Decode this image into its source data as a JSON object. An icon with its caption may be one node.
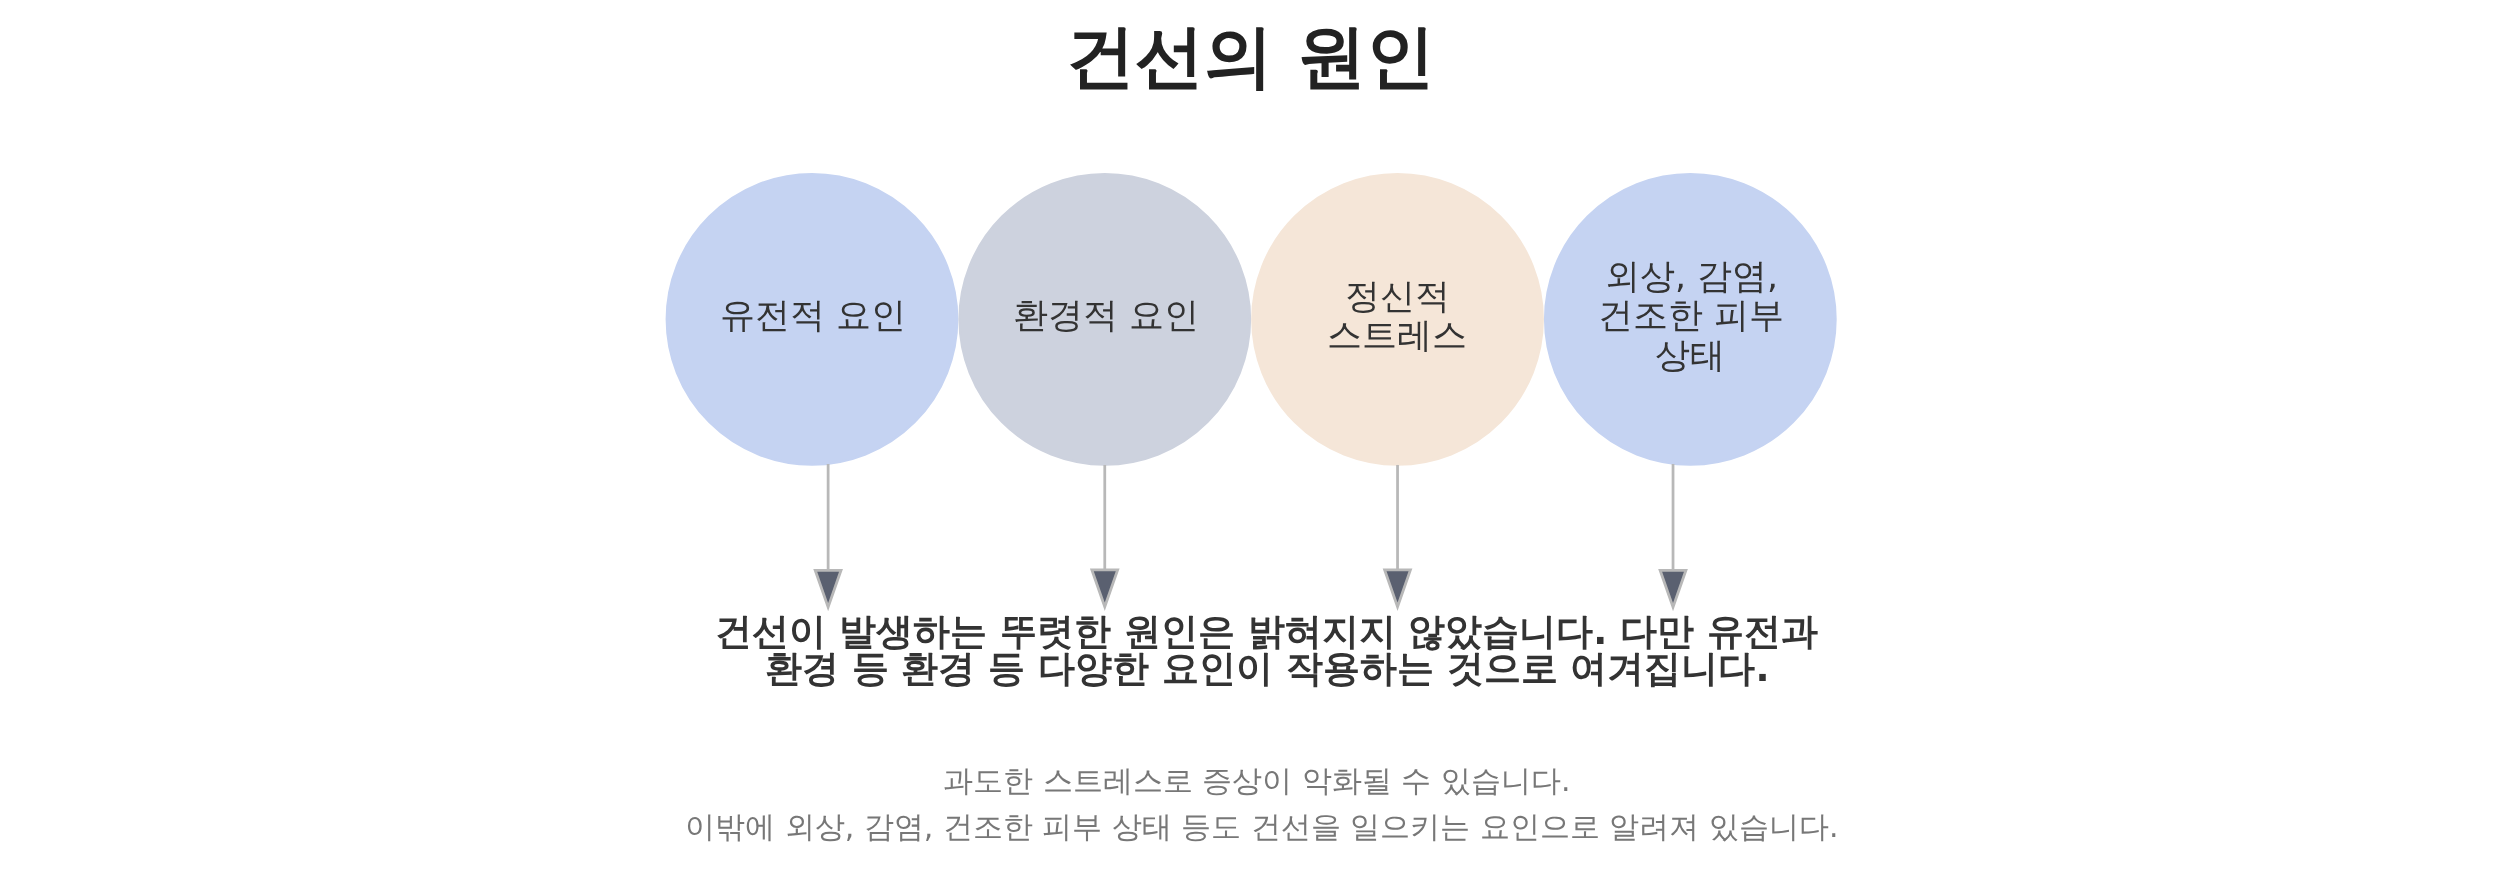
{
  "diagram": {
    "title": "건선의 원인",
    "nodes": [
      {
        "text": [
          "유전적 요인"
        ]
      },
      {
        "text": [
          "환경적 요인"
        ]
      },
      {
        "text": [
          "정신적 스트레스"
        ]
      },
      {
        "text": [
          "외상, 감염, 건조한 피부 상태"
        ]
      },
      {
        "text": [
          "건선이 발생하는 뚜렷한 원인은 밝혀지지 않았습니다. 다만 유전과 환경 등 환경 등 다양한 요인이 작용하는 것으로 여겨집니다."
        ]
      }
    ],
    "edges": [
      {
        "from": 0,
        "to": 4,
        "arrow": "to"
      },
      {
        "from": 1,
        "to": 4,
        "arrow": "to"
      },
      {
        "from": 2,
        "to": 4,
        "arrow": "to"
      },
      {
        "from": 3,
        "to": 4,
        "arrow": "to"
      }
    ],
    "labels": [
      "과도한 스트레스로 증상이 악화될 수 있습니다.",
      "이밖에 외상, 감염, 건조한 피부 상태 등도 건선을 일으키는 요인으로 알려져 있습니다."
    ]
  }
}
